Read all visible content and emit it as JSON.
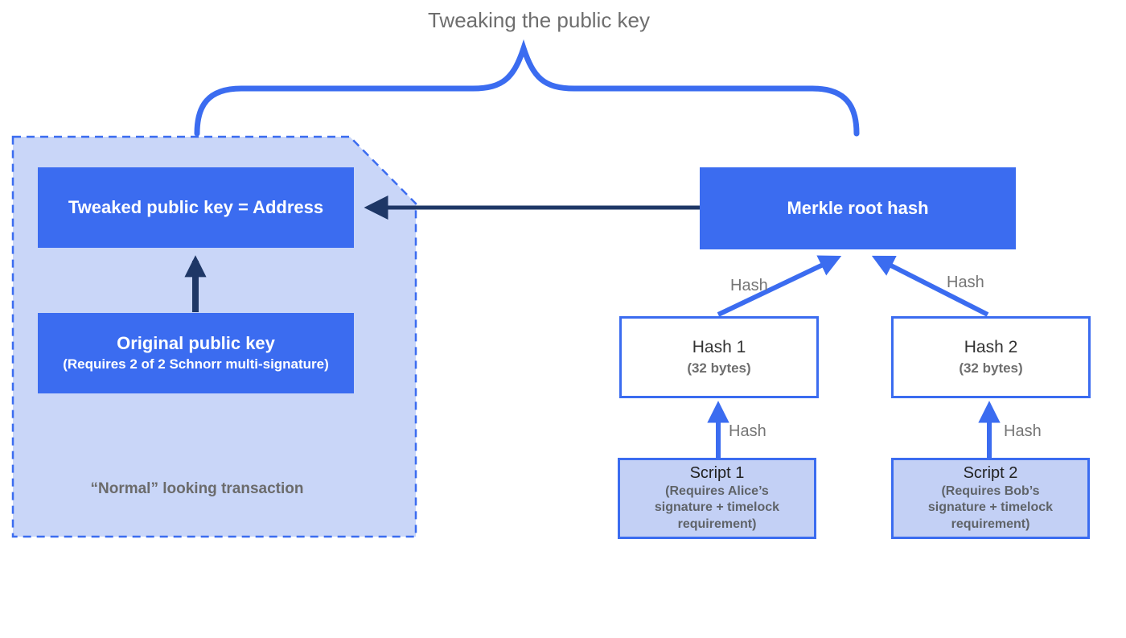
{
  "title": "Tweaking the public key",
  "colors": {
    "primary_blue": "#3B6CF0",
    "container_light_blue": "#C9D6F8",
    "script_fill": "#C3D0F5",
    "navy_arrow": "#1E3766",
    "gray_text": "#6E6E6E"
  },
  "left_group": {
    "container_label": "“Normal” looking transaction",
    "tweaked_box": {
      "label": "Tweaked public key = Address"
    },
    "original_box": {
      "label": "Original public key",
      "sublabel": "(Requires 2 of 2 Schnorr multi-signature)"
    }
  },
  "right_group": {
    "merkle_box": {
      "label": "Merkle root hash"
    },
    "hash1_box": {
      "label": "Hash 1",
      "sublabel": "(32 bytes)"
    },
    "hash2_box": {
      "label": "Hash 2",
      "sublabel": "(32 bytes)"
    },
    "script1_box": {
      "label": "Script 1",
      "sublabel": "(Requires Alice’s signature + timelock requirement)"
    },
    "script2_box": {
      "label": "Script 2",
      "sublabel": "(Requires Bob’s signature + timelock requirement)"
    },
    "edge_labels": {
      "hash_upper_left": "Hash",
      "hash_upper_right": "Hash",
      "hash_lower_left": "Hash",
      "hash_lower_right": "Hash"
    }
  }
}
